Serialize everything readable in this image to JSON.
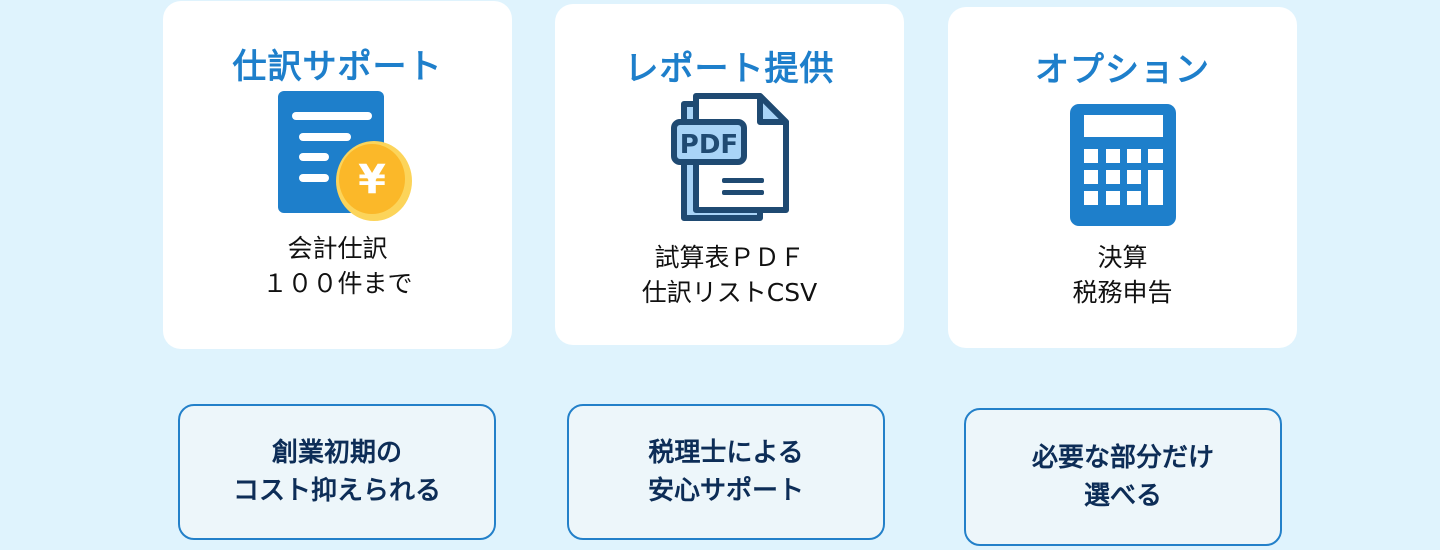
{
  "cards": [
    {
      "title": "仕訳サポート",
      "icon": "document-yen-icon",
      "lines": [
        "会計仕訳",
        "１００件まで"
      ]
    },
    {
      "title": "レポート提供",
      "icon": "pdf-file-icon",
      "pdf_label": "PDF",
      "lines": [
        "試算表ＰＤＦ",
        "仕訳リストCSV"
      ]
    },
    {
      "title": "オプション",
      "icon": "calculator-icon",
      "lines": [
        "決算",
        "税務申告"
      ]
    }
  ],
  "features": [
    {
      "lines": [
        "創業初期の",
        "コスト抑えられる"
      ]
    },
    {
      "lines": [
        "税理士による",
        "安心サポート"
      ]
    },
    {
      "lines": [
        "必要な部分だけ",
        "選べる"
      ]
    }
  ],
  "colors": {
    "background": "#dff3fd",
    "title": "#1e7fcb",
    "feature_text": "#0d2d57",
    "coin": "#fbb829"
  }
}
